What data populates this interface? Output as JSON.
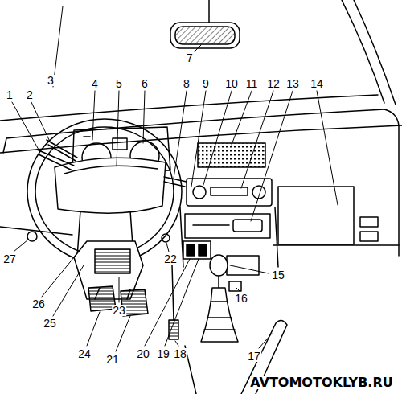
{
  "diagram": {
    "labels": [
      "1",
      "2",
      "3",
      "4",
      "5",
      "6",
      "7",
      "8",
      "9",
      "10",
      "11",
      "12",
      "13",
      "14",
      "15",
      "16",
      "17",
      "18",
      "19",
      "20",
      "21",
      "22",
      "23",
      "24",
      "25",
      "26",
      "27",
      "AVTOMOTOKLYB.RU"
    ]
  }
}
